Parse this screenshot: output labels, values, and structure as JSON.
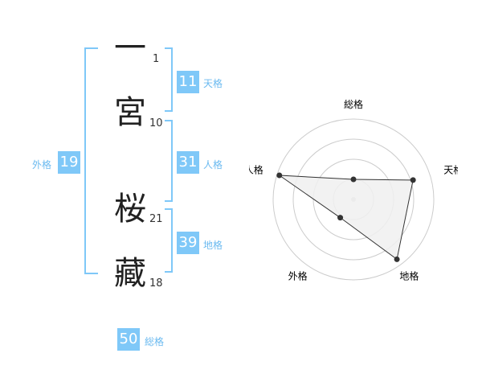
{
  "name": {
    "chars": [
      {
        "char": "一",
        "strokes": "1"
      },
      {
        "char": "宮",
        "strokes": "10"
      },
      {
        "char": "桜",
        "strokes": "21"
      },
      {
        "char": "藏",
        "strokes": "18"
      }
    ]
  },
  "grids": {
    "tenkaku": {
      "value": "11",
      "label": "天格"
    },
    "jinkaku": {
      "value": "31",
      "label": "人格"
    },
    "chikaku": {
      "value": "39",
      "label": "地格"
    },
    "gaikaku": {
      "value": "19",
      "label": "外格"
    },
    "soukaku": {
      "value": "50",
      "label": "総格"
    }
  },
  "chart_data": {
    "type": "radar",
    "axes": [
      "総格",
      "天格",
      "地格",
      "外格",
      "人格"
    ],
    "values": [
      0.25,
      0.78,
      0.92,
      0.28,
      0.97
    ],
    "range": [
      0,
      1
    ],
    "rings": 4,
    "colors": {
      "fill": "#f0f0f0",
      "line": "#333333",
      "ring": "#cccccc"
    }
  },
  "colors": {
    "accent": "#7fc8f8",
    "bracket": "#7fc8f8"
  }
}
